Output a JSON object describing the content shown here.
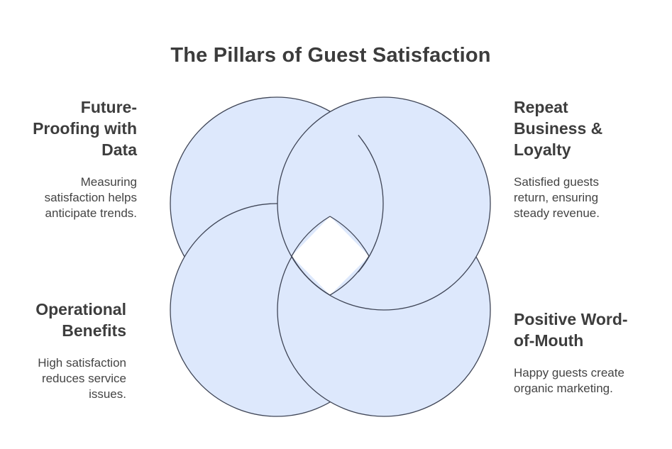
{
  "title": "The Pillars of Guest Satisfaction",
  "colors": {
    "ring_fill": "#dde8fc",
    "ring_stroke": "#3f4556",
    "text": "#3d3d3d",
    "background": "#ffffff"
  },
  "pillars": [
    {
      "id": "future",
      "heading": "Future-Proofing with Data",
      "heading_lines": [
        "Future-",
        "Proofing with",
        "Data"
      ],
      "description_lines": [
        "Measuring",
        "satisfaction helps",
        "anticipate trends."
      ]
    },
    {
      "id": "repeat",
      "heading": "Repeat Business & Loyalty",
      "heading_lines": [
        "Repeat",
        "Business &",
        "Loyalty"
      ],
      "description_lines": [
        "Satisfied guests",
        "return, ensuring",
        "steady revenue."
      ]
    },
    {
      "id": "operational",
      "heading": "Operational Benefits",
      "heading_lines": [
        "Operational",
        "Benefits"
      ],
      "description_lines": [
        "High satisfaction",
        "reduces service",
        "issues."
      ]
    },
    {
      "id": "positive",
      "heading": "Positive Word-of-Mouth",
      "heading_lines": [
        "Positive Word-",
        "of-Mouth"
      ],
      "description_lines": [
        "Happy guests create",
        "organic marketing."
      ]
    }
  ]
}
